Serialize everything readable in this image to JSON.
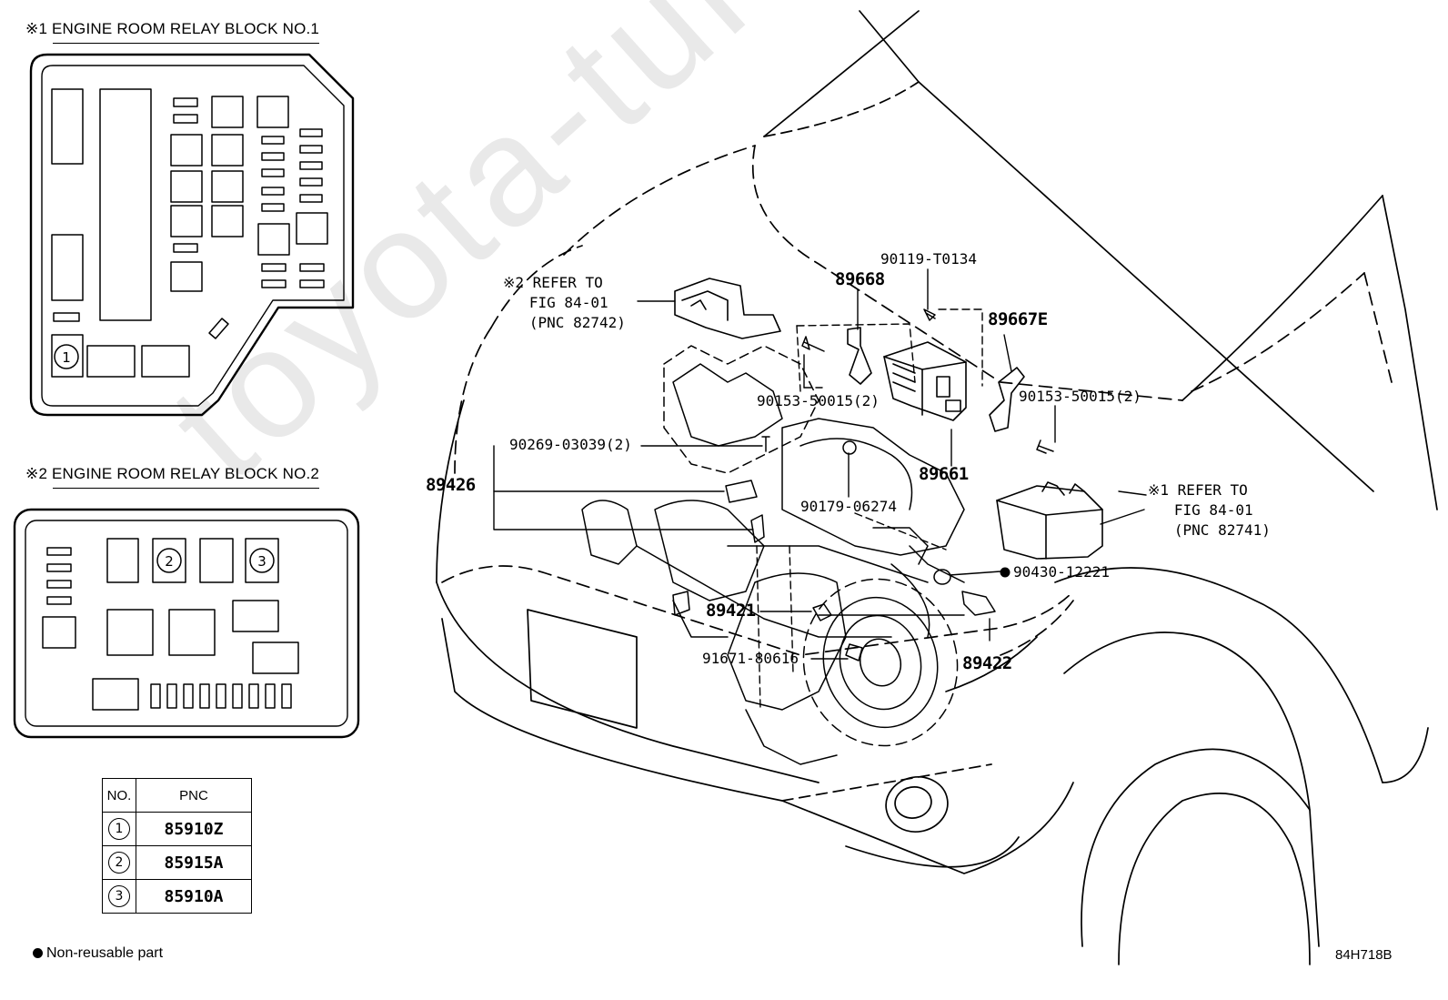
{
  "watermark": "toyota-tune.ru",
  "block1": {
    "heading": "※1 ENGINE ROOM RELAY BLOCK NO.1",
    "item_no": "1"
  },
  "block2": {
    "heading": "※2 ENGINE ROOM RELAY BLOCK NO.2",
    "item_nos": [
      "2",
      "3"
    ]
  },
  "pnc_table": {
    "headers": [
      "NO.",
      "PNC"
    ],
    "rows": [
      {
        "no": "1",
        "pnc": "85910Z"
      },
      {
        "no": "2",
        "pnc": "85915A"
      },
      {
        "no": "3",
        "pnc": "85910A"
      }
    ]
  },
  "refs": {
    "ref2": "※2 REFER TO\n   FIG 84-01\n   (PNC 82742)",
    "ref1": "※1 REFER TO\n   FIG 84-01\n   (PNC 82741)"
  },
  "parts": {
    "p90119": "90119-T0134",
    "p89668": "89668",
    "p89667e": "89667E",
    "p90153_left": "90153-50015(2)",
    "p90153_right": "90153-50015(2)",
    "p90269": "90269-03039(2)",
    "p89426": "89426",
    "p89661": "89661",
    "p90179": "90179-06274",
    "p90430": "90430-12221",
    "p89421": "89421",
    "p91671": "91671-80616",
    "p89422": "89422"
  },
  "legend": {
    "text": "Non-reusable part"
  },
  "drawing_code": "84H718B"
}
